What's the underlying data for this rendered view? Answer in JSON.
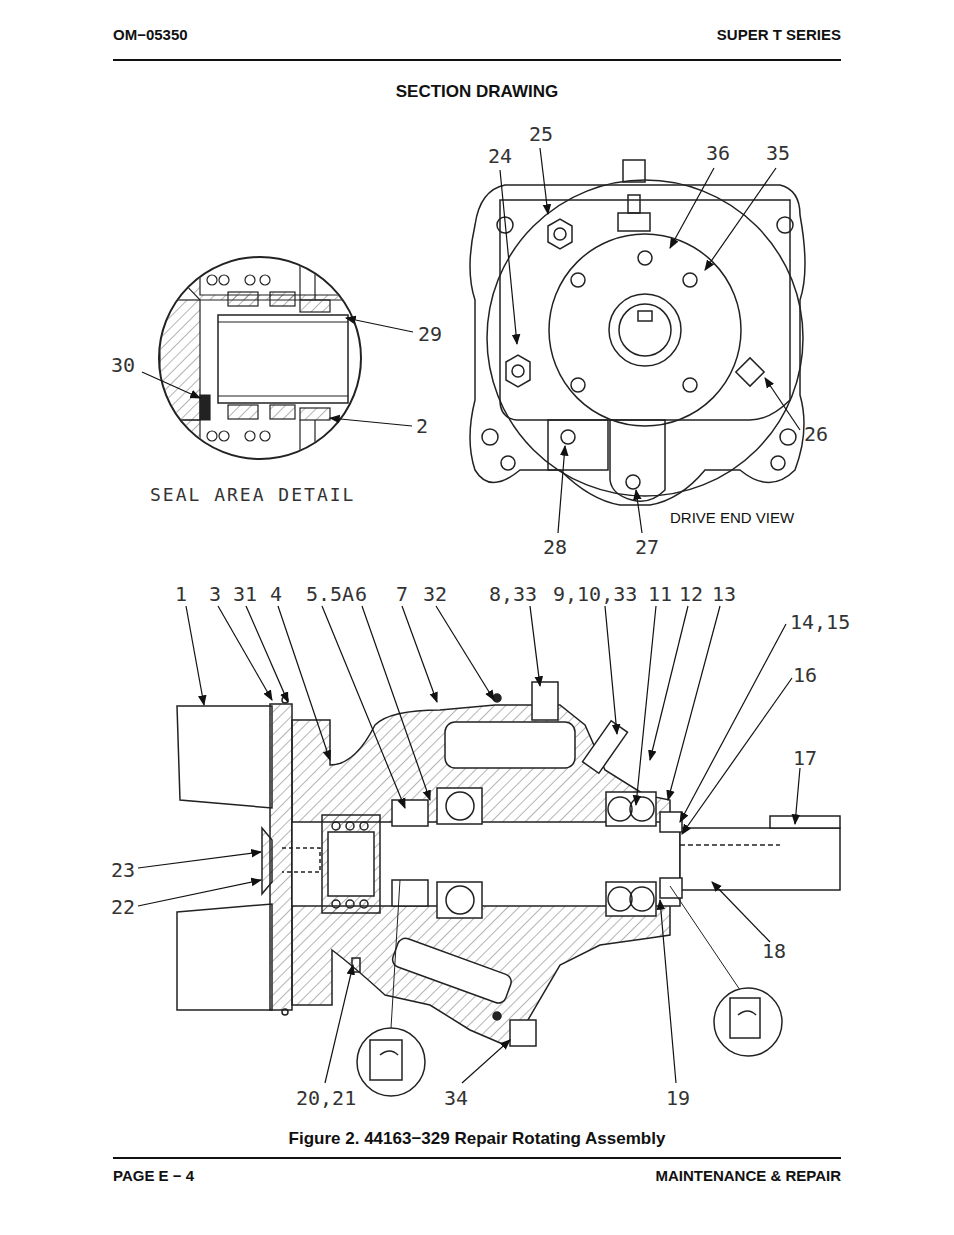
{
  "diagram": {
    "title": "SECTION DRAWING",
    "caption": "Figure 2. 44163−329 Repair Rotating Assembly",
    "labels": [
      "OM−05350",
      "SUPER T SERIES",
      "25",
      "24",
      "36",
      "35",
      "29",
      "30",
      "2",
      "SEAL AREA DETAIL",
      "26",
      "DRIVE END VIEW",
      "28",
      "27",
      "1",
      "3",
      "31",
      "4",
      "5.5A",
      "6",
      "7",
      "32",
      "8,33",
      "9,10,33",
      "11",
      "12",
      "13",
      "14,15",
      "16",
      "17",
      "23",
      "22",
      "18",
      "20,21",
      "34",
      "19",
      "PAGE E − 4",
      "MAINTENANCE & REPAIR"
    ]
  }
}
